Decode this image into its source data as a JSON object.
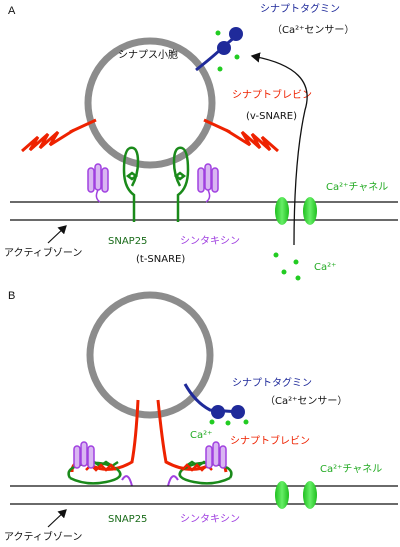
{
  "panelA": {
    "letter": "A",
    "vesicle": "シナプス小胞",
    "synaptotagmin": "シナプトタグミン",
    "ca_sensor": "（Ca²⁺センサー）",
    "synaptobrevin": "シナプトブレビン",
    "v_snare": "(v-SNARE)",
    "ca_channel": "Ca²⁺チャネル",
    "active_zone": "アクティブゾーン",
    "snap25": "SNAP25",
    "syntaxin": "シンタキシン",
    "t_snare": "(t-SNARE)",
    "ca_ion": "Ca²⁺"
  },
  "panelB": {
    "letter": "B",
    "synaptotagmin": "シナプトタグミン",
    "ca_sensor": "（Ca²⁺センサー）",
    "ca_ion": "Ca²⁺",
    "synaptobrevin": "シナプトブレビン",
    "ca_channel": "Ca²⁺チャネル",
    "active_zone": "アクティブゾーン",
    "snap25": "SNAP25",
    "syntaxin": "シンタキシン"
  },
  "colors": {
    "synaptotagmin": "#1f2a9a",
    "synaptobrevin": "#ee2200",
    "ca": "#22cc22",
    "snap25": "#1a6b1a",
    "syntaxin": "#a040e0",
    "vesicle": "#8c8c8c"
  }
}
